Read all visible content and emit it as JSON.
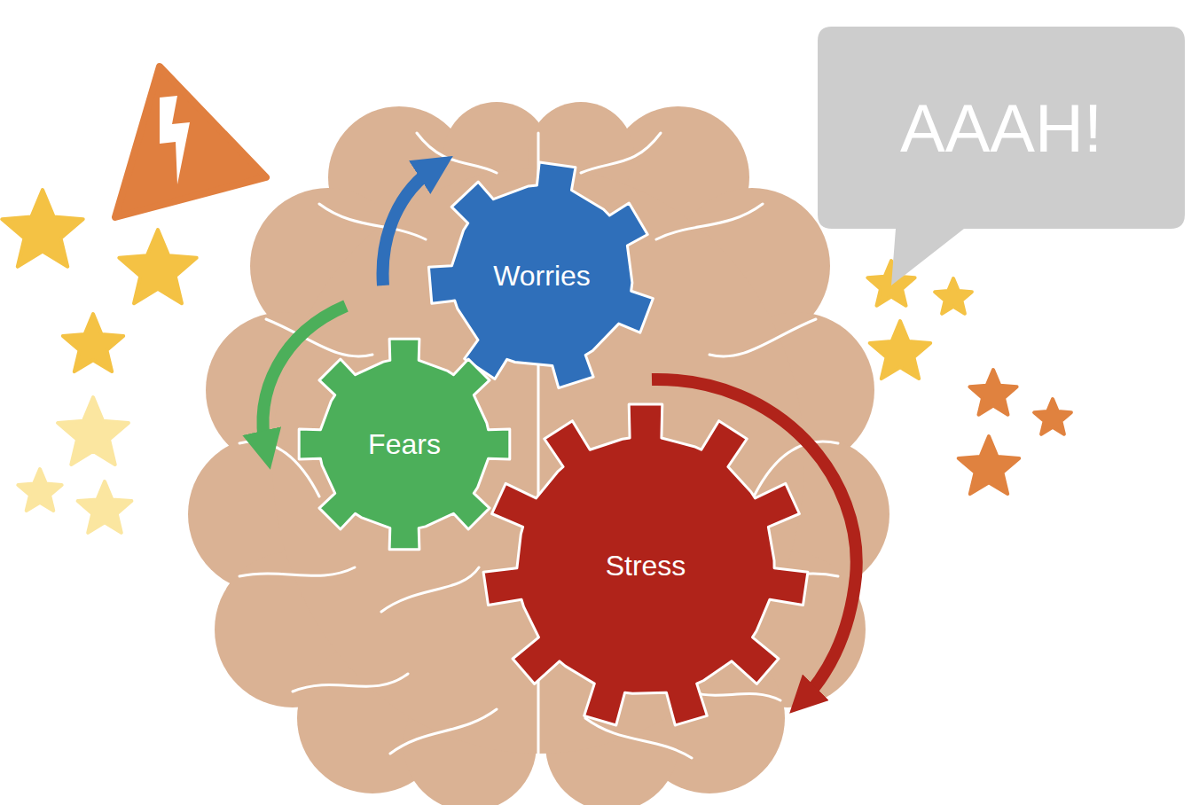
{
  "diagram": {
    "nodes": [
      {
        "text": [
          "Worries"
        ]
      },
      {
        "text": [
          "Fears"
        ]
      },
      {
        "text": [
          "Stress"
        ]
      },
      {
        "text": [
          "AAAH!"
        ]
      }
    ]
  }
}
